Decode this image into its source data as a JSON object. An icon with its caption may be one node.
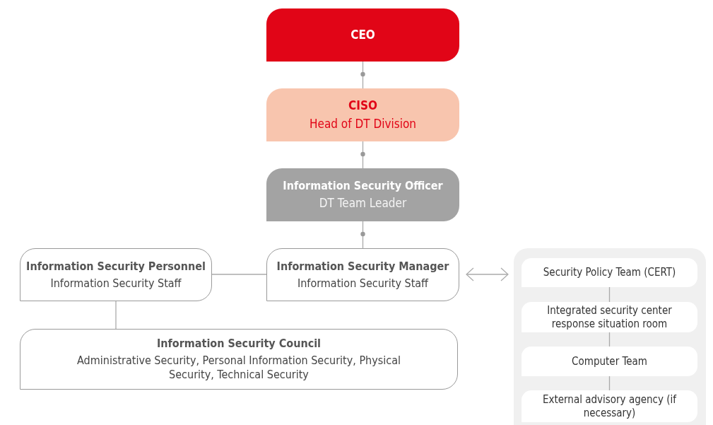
{
  "diagram": {
    "nodes": [
      {
        "text": [
          "CEO"
        ]
      },
      {
        "text": [
          "CISO",
          "Head of DT Division"
        ]
      },
      {
        "text": [
          "Information Security Officer",
          "DT Team Leader"
        ]
      },
      {
        "text": [
          "Information Security Personnel",
          "Information Security Staff"
        ]
      },
      {
        "text": [
          "Information Security Manager",
          "Information Security Staff"
        ]
      },
      {
        "text": [
          "Information Security Council",
          "Administrative Security, Personal Information Security, Physical Security, Technical Security"
        ]
      },
      {
        "text": [],
        "shape": "box"
      },
      {
        "text": [
          "Security Policy Team (CERT)"
        ],
        "in": 6
      },
      {
        "text": [
          "Integrated security center response situation room"
        ],
        "in": 6
      },
      {
        "text": [
          "Computer Team"
        ],
        "in": 6
      },
      {
        "text": [
          "External advisory agency (if necessary)"
        ],
        "in": 6
      }
    ],
    "edges": [
      {
        "from": 0,
        "to": 1,
        "arrow": "other"
      },
      {
        "from": 1,
        "to": 2,
        "arrow": "other"
      },
      {
        "from": 2,
        "to": 4,
        "arrow": "other"
      },
      {
        "from": 3,
        "to": 4,
        "arrow": "none"
      },
      {
        "from": 3,
        "to": 5,
        "arrow": "none"
      },
      {
        "from": 4,
        "to": 6,
        "arrow": "both"
      },
      {
        "from": 7,
        "to": 8,
        "arrow": "none"
      },
      {
        "from": 8,
        "to": 9,
        "arrow": "none"
      },
      {
        "from": 9,
        "to": 10,
        "arrow": "none"
      }
    ]
  }
}
